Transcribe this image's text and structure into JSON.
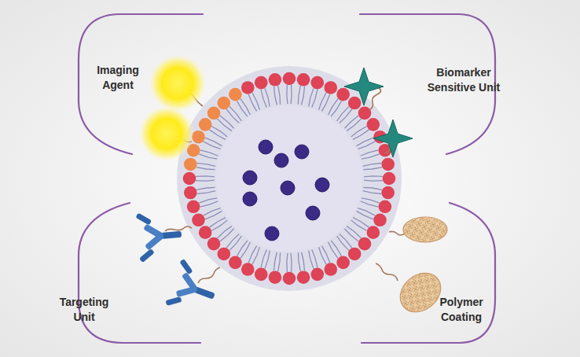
{
  "diagram": {
    "labels": [
      "Imaging Agent",
      "Biomarker Sensitive Unit",
      "Targeting Unit",
      "Polymer Coating"
    ]
  }
}
